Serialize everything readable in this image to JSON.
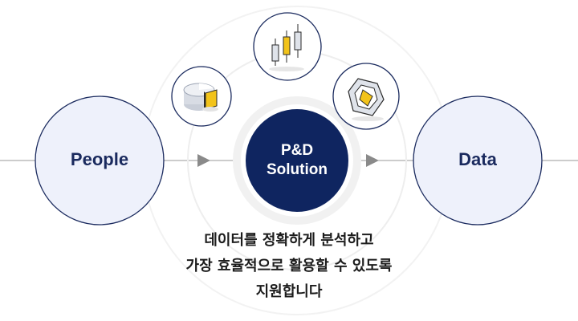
{
  "diagram": {
    "left_node": "People",
    "right_node": "Data",
    "center_node": [
      "P&D",
      "Solution"
    ],
    "caption_lines": [
      "데이터를 정확하게 분석하고",
      "가장 효율적으로 활용할 수 있도록",
      "지원합니다"
    ],
    "icons": [
      "pie-chart-icon",
      "candlestick-chart-icon",
      "radar-chart-icon"
    ]
  },
  "colors": {
    "navy": "#0f2560",
    "node_fill": "#eef1fb",
    "node_stroke": "#1a2a5e",
    "ring": "#ececec",
    "arrow": "#8a8a8a",
    "accent_yellow": "#f2c31a"
  }
}
